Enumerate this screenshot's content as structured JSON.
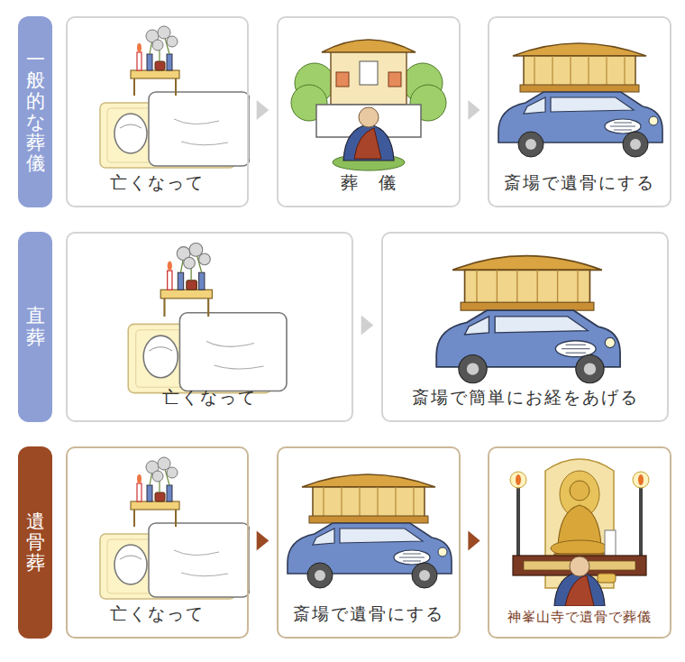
{
  "diagram": {
    "nodes": [
      {
        "text": [
          "一般的な葬儀"
        ]
      },
      {
        "text": [
          "亡くなって"
        ]
      },
      {
        "text": [
          "葬　儀"
        ]
      },
      {
        "text": [
          "斎場で遺骨にする"
        ]
      },
      {
        "text": [
          "直葬"
        ]
      },
      {
        "text": [
          "亡くなって"
        ]
      },
      {
        "text": [
          "斎場で簡単にお経をあげる"
        ]
      },
      {
        "text": [
          "遺骨葬"
        ]
      },
      {
        "text": [
          "亡くなって"
        ]
      },
      {
        "text": [
          "斎場で遺骨にする"
        ]
      },
      {
        "text": [
          "神峯山寺で遺骨で葬儀"
        ]
      }
    ],
    "edges": [
      {
        "from": 1,
        "to": 2,
        "arrow": "to"
      },
      {
        "from": 2,
        "to": 3,
        "arrow": "to"
      },
      {
        "from": 5,
        "to": 6,
        "arrow": "to"
      },
      {
        "from": 8,
        "to": 9,
        "arrow": "to"
      },
      {
        "from": 9,
        "to": 10,
        "arrow": "to"
      }
    ]
  }
}
